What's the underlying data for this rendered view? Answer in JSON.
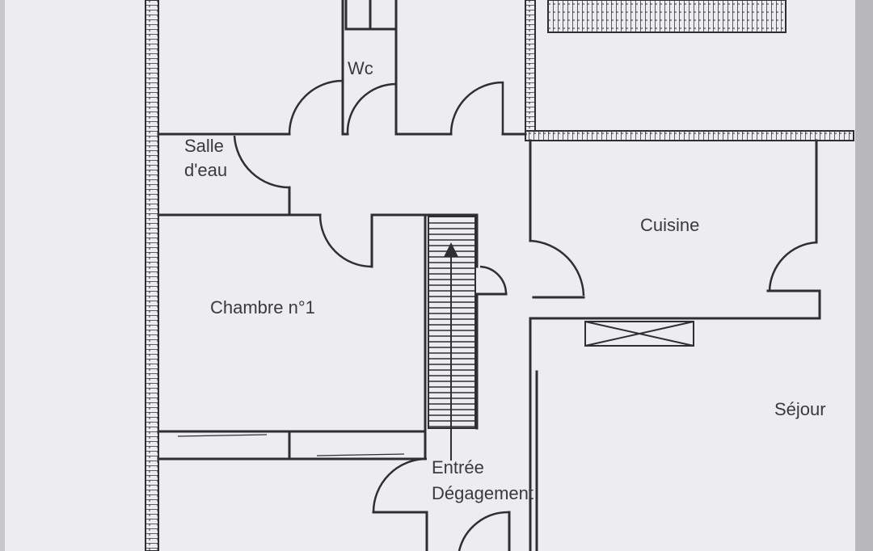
{
  "rooms": {
    "wc": "Wc",
    "salle_line1": "Salle",
    "salle_line2": "d'eau",
    "cuisine": "Cuisine",
    "chambre1": "Chambre n°1",
    "sejour": "Séjour",
    "entree_line1": "Entrée",
    "entree_line2": "Dégagement"
  },
  "colors": {
    "paper": "#ededf0",
    "wall": "#2f2f33",
    "text": "#3a3a3c",
    "background": "#c9c8cc"
  }
}
